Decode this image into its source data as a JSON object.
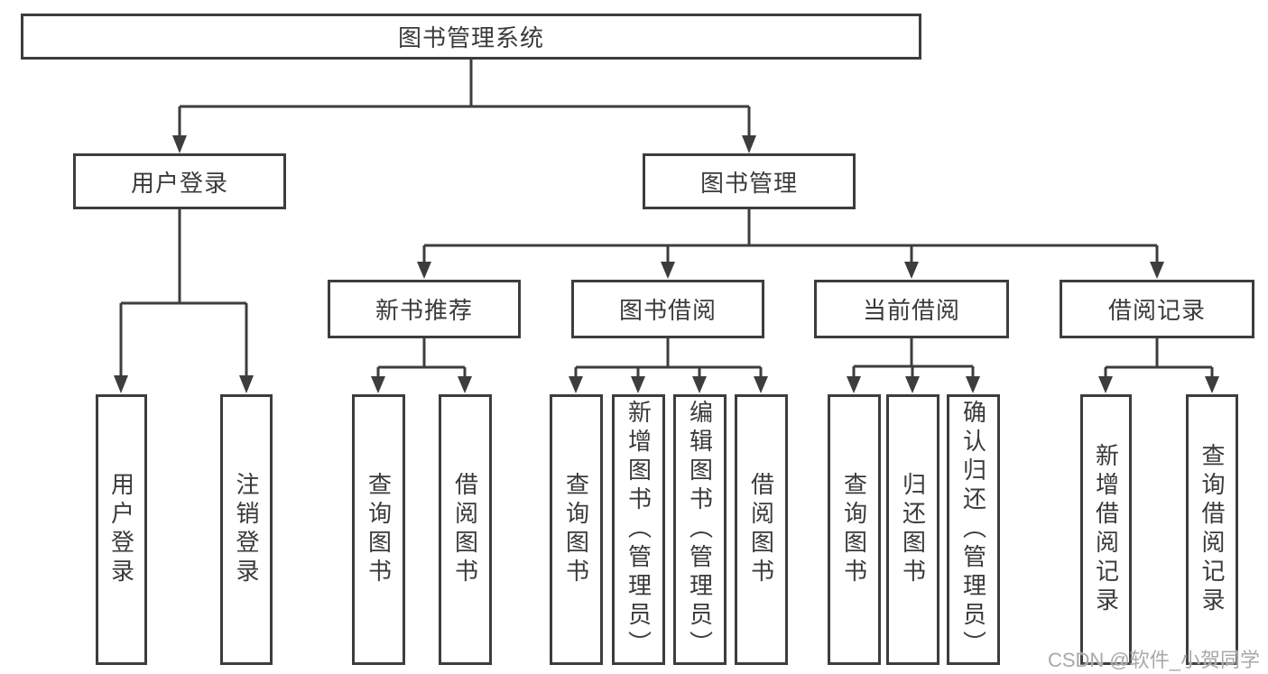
{
  "diagram": {
    "root_label": "图书管理系统",
    "level2": {
      "user_login": "用户登录",
      "book_mgmt": "图书管理"
    },
    "level3": {
      "new_book": "新书推荐",
      "book_borrow": "图书借阅",
      "current_borrow": "当前借阅",
      "borrow_record": "借阅记录"
    },
    "leaves": {
      "user_login": [
        "用户登录",
        "注销登录"
      ],
      "new_book": [
        "查询图书",
        "借阅图书"
      ],
      "book_borrow": [
        "查询图书",
        "新增图书（管理员）",
        "编辑图书（管理员）",
        "借阅图书"
      ],
      "current_borrow": [
        "查询图书",
        "归还图书",
        "确认归还（管理员）"
      ],
      "borrow_record": [
        "新增借阅记录",
        "查询借阅记录"
      ]
    },
    "watermark": "CSDN @软件_小贺同学",
    "colors": {
      "line": "#3d3d3d",
      "text": "#3a3a3a",
      "watermark": "#a9a9a9",
      "background": "#ffffff"
    }
  }
}
